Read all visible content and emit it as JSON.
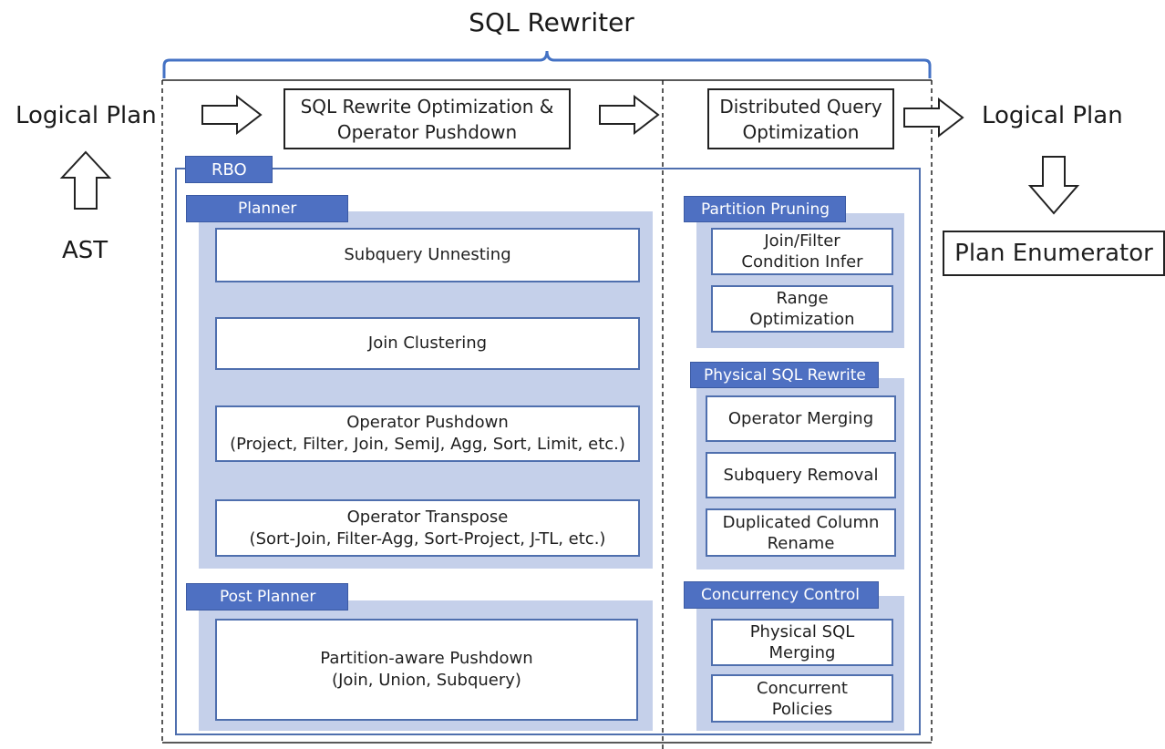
{
  "title": "SQL Rewriter",
  "left": {
    "logical_plan": "Logical Plan",
    "ast": "AST"
  },
  "right": {
    "logical_plan": "Logical Plan",
    "plan_enumerator": "Plan Enumerator"
  },
  "top_boxes": {
    "sql_rewrite": "SQL Rewrite Optimization &\nOperator Pushdown",
    "distributed": "Distributed Query\nOptimization"
  },
  "rbo": {
    "label": "RBO"
  },
  "planner": {
    "label": "Planner",
    "items": [
      "Subquery Unnesting",
      "Join Clustering",
      "Operator Pushdown\n(Project, Filter, Join, SemiJ, Agg, Sort, Limit, etc.)",
      "Operator Transpose\n(Sort-Join, Filter-Agg, Sort-Project, J-TL, etc.)"
    ]
  },
  "post_planner": {
    "label": "Post Planner",
    "items": [
      "Partition-aware Pushdown\n(Join, Union, Subquery)"
    ]
  },
  "partition_pruning": {
    "label": "Partition Pruning",
    "items": [
      "Join/Filter\nCondition Infer",
      "Range\nOptimization"
    ]
  },
  "physical_sql_rewrite": {
    "label": "Physical SQL Rewrite",
    "items": [
      "Operator Merging",
      "Subquery Removal",
      "Duplicated Column\nRename"
    ]
  },
  "concurrency_control": {
    "label": "Concurrency Control",
    "items": [
      "Physical SQL\nMerging",
      "Concurrent\nPolicies"
    ]
  },
  "colors": {
    "accent": "#4e70c2",
    "panel": "#c5d0ea",
    "border": "#4f6fae"
  }
}
